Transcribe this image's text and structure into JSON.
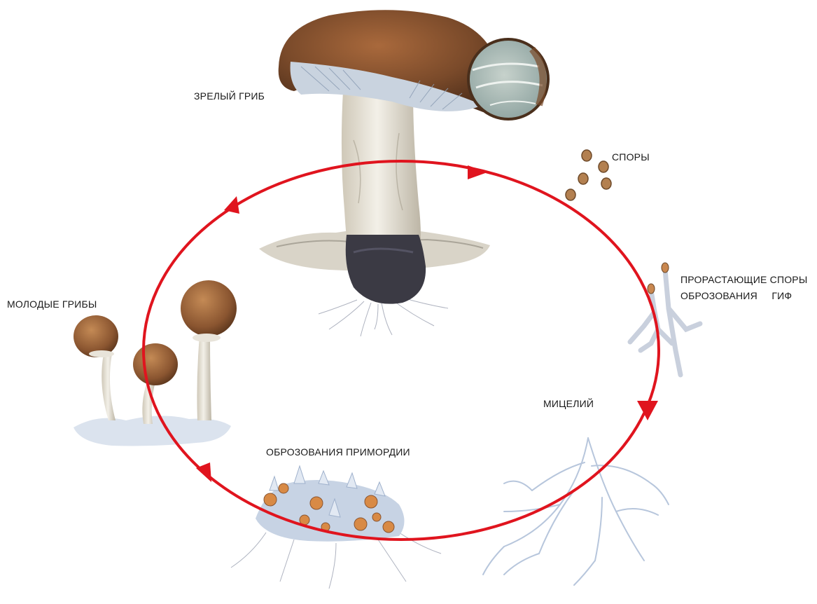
{
  "labels": {
    "mature_mushroom": "ЗРЕЛЫЙ ГРИБ",
    "spores": "СПОРЫ",
    "germinating_line1": "ПРОРАСТАЮЩИЕ СПОРЫ",
    "germinating_line2": "ОБРОЗОВАНИЯ     ГИФ",
    "mycelium": "МИЦЕЛИЙ",
    "primordia": "ОБРОЗОВАНИЯ ПРИМОРДИИ",
    "young_mushrooms": "МОЛОДЫЕ ГРИБЫ"
  },
  "colors": {
    "cycle_arrow": "#e0141e",
    "cap_brown": "#7a4a2a",
    "cap_light": "#b9784a",
    "stem": "#eeeae0",
    "gills": "#c9d3df",
    "soil": "#3b3a44",
    "mycelium": "#b7c6dc",
    "primordia_orange": "#d88a45"
  },
  "icons": [
    "mature-mushroom-illustration",
    "spore-cluster",
    "germinating-hyphae",
    "mycelium-network",
    "primordia-cluster",
    "young-mushrooms"
  ]
}
